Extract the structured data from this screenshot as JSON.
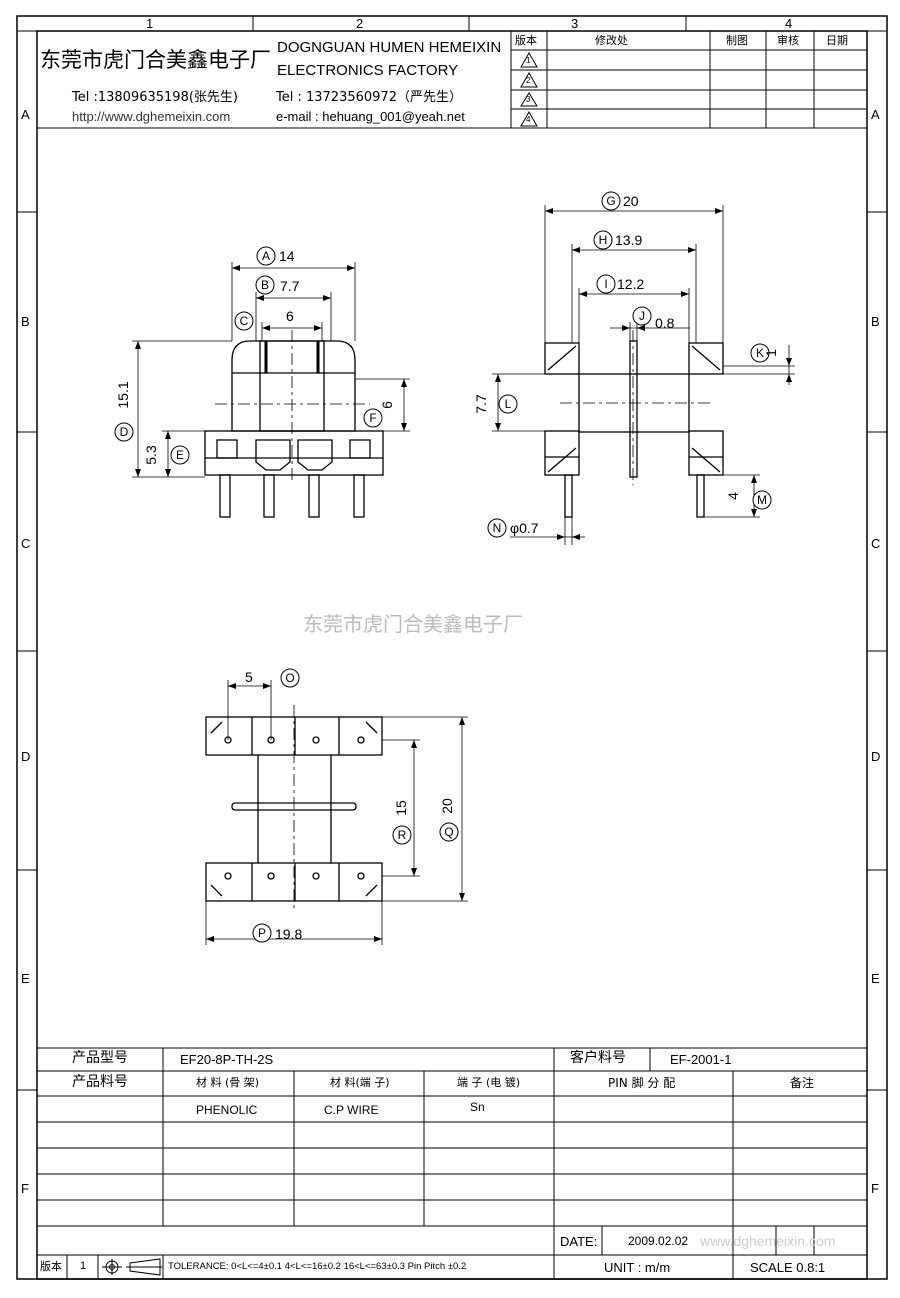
{
  "grid": {
    "columns": [
      "1",
      "2",
      "3",
      "4"
    ],
    "rows": [
      "A",
      "B",
      "C",
      "D",
      "E",
      "F"
    ]
  },
  "header": {
    "company_cn": "东莞市虎门合美鑫电子厂",
    "company_en_line1": "DOGNGUAN HUMEN HEMEIXIN",
    "company_en_line2": "ELECTRONICS FACTORY",
    "tel1": "Tel :13809635198(张先生)",
    "website": "http://www.dghemeixin.com",
    "tel2": "Tel : 13723560972（严先生）",
    "email": "e-mail : hehuang_001@yeah.net"
  },
  "revision_table": {
    "headers": [
      "版本",
      "修改处",
      "制图",
      "审核",
      "日期"
    ],
    "rows": [
      "1",
      "2",
      "3",
      "4"
    ]
  },
  "watermark": "东莞市虎门合美鑫电子厂",
  "dimensions": {
    "A": {
      "label": "A",
      "value": "14"
    },
    "B": {
      "label": "B",
      "value": "7.7"
    },
    "C": {
      "label": "C",
      "value": "6"
    },
    "D": {
      "label": "D",
      "value": "15.1"
    },
    "E": {
      "label": "E",
      "value": "5.3"
    },
    "F": {
      "label": "F",
      "value": "6"
    },
    "G": {
      "label": "G",
      "value": "20"
    },
    "H": {
      "label": "H",
      "value": "13.9"
    },
    "I": {
      "label": "I",
      "value": "12.2"
    },
    "J": {
      "label": "J",
      "value": "0.8"
    },
    "K": {
      "label": "K",
      "value": "1"
    },
    "L": {
      "label": "L",
      "value": "7.7"
    },
    "M": {
      "label": "M",
      "value": "4"
    },
    "N": {
      "label": "N",
      "value": "φ0.7"
    },
    "O": {
      "label": "O",
      "value": "5"
    },
    "P": {
      "label": "P",
      "value": "19.8"
    },
    "Q": {
      "label": "Q",
      "value": "20"
    },
    "R": {
      "label": "R",
      "value": "15"
    }
  },
  "product_table": {
    "model_label": "产品型号",
    "model_value": "EF20-8P-TH-2S",
    "customer_part_label": "客户料号",
    "customer_part_value": "EF-2001-1",
    "part_no_label": "产品料号",
    "col_material_frame": "材 料 (骨 架)",
    "col_material_pin": "材 料(端 子)",
    "col_pin_plating": "端 子 (电 镀)",
    "col_pin_assign": "PIN 脚 分 配",
    "col_remark": "备注",
    "material_frame": "PHENOLIC",
    "material_pin": "C.P WIRE",
    "pin_plating": "Sn",
    "date_label": "DATE:",
    "date_value": "2009.02.02",
    "wm_url": "www.dghemeixin.com",
    "unit": "UNIT : m/m",
    "scale": "SCALE  0.8:1",
    "version_label": "版本",
    "version_value": "1",
    "tolerance": "TOLERANCE:  0<L<=4±0.1  4<L<=16±0.2  16<L<=63±0.3  Pin Pitch  ±0.2"
  }
}
